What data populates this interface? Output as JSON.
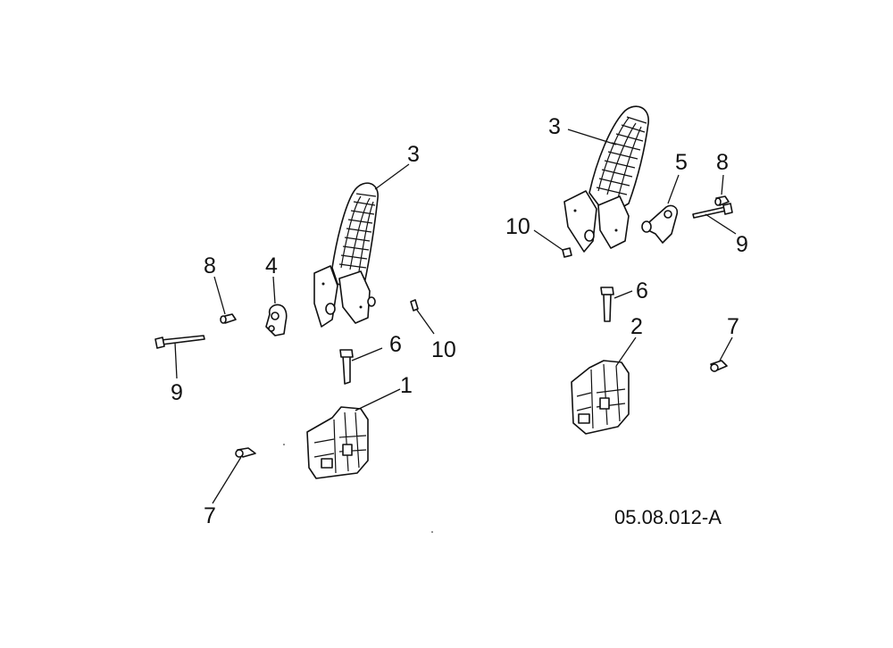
{
  "diagram": {
    "figure_code": "05.08.012-A",
    "left_assembly": {
      "callouts": {
        "pedal": "3",
        "pivot_bracket": "4",
        "spacer": "8",
        "long_bolt": "9",
        "nut": "10",
        "short_bolt": "6",
        "housing": "1",
        "screw": "7"
      }
    },
    "right_assembly": {
      "callouts": {
        "pedal": "3",
        "pivot_bracket": "5",
        "spacer": "8",
        "long_bolt": "9",
        "nut": "10",
        "short_bolt": "6",
        "housing": "2",
        "screw": "7"
      }
    },
    "colors": {
      "line": "#111111",
      "background": "#ffffff"
    }
  }
}
